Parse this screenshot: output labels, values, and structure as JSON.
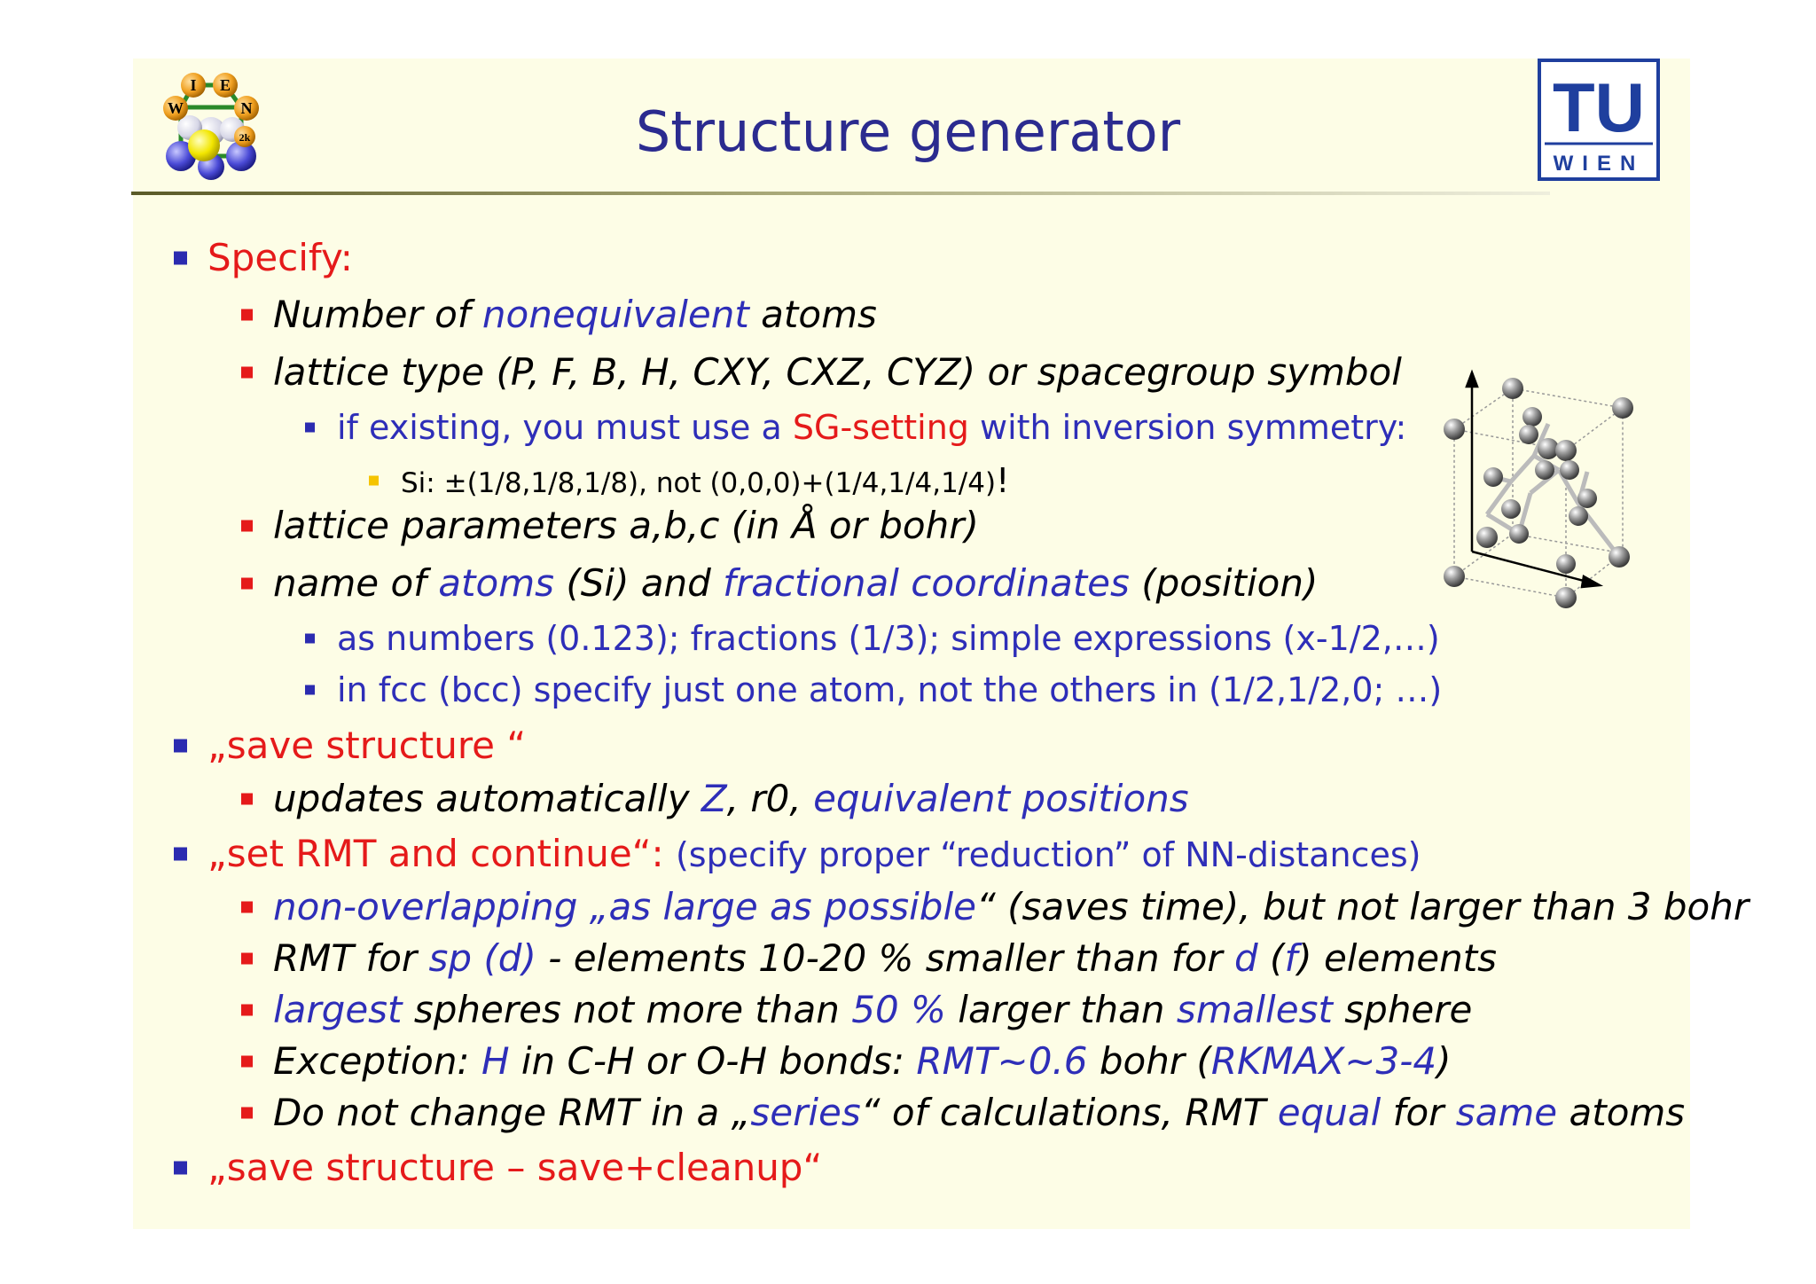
{
  "title": "Structure generator",
  "logos": {
    "wien2k_letters": [
      "W",
      "I",
      "E",
      "N",
      "2k"
    ],
    "tu_wien_main": "TU",
    "tu_wien_sub": "WIEN"
  },
  "colors": {
    "title": "#2b2b8f",
    "red": "#e51a1a",
    "blue": "#2e2eb8",
    "background": "#fdfde6",
    "bullet_l1": "#2b2bb0",
    "bullet_l2": "#e51a1a",
    "bullet_l4": "#f5c400"
  },
  "bullets": {
    "specify": "Specify:",
    "atoms_a": "Number of ",
    "atoms_b": "nonequivalent",
    "atoms_c": " atoms",
    "lattice_type": "lattice type (P, F, B, H, CXY, CXZ, CYZ) or spacegroup symbol",
    "sg_a": "if existing, you must use a ",
    "sg_b": "SG-setting",
    "sg_c": " with inversion symmetry:",
    "si_a": "Si: ±(1/8,1/8,1/8), not (0,0,0)+(1/4,1/4,1/4)",
    "si_b": "!",
    "lattice_params": "lattice parameters a,b,c (in Å or bohr)",
    "name_a": "name of ",
    "name_b": "atoms",
    "name_c": " (Si) and ",
    "name_d": "fractional coordinates",
    "name_e": " (position)",
    "numbers": "as numbers (0.123); fractions (1/3); simple expressions (x-1/2,…)",
    "fcc": "in fcc (bcc) specify just one atom, not the others in (1/2,1/2,0; …)",
    "save1": "„save structure “",
    "upd_a": "updates automatically ",
    "upd_b": "Z",
    "upd_c": ", r0, ",
    "upd_d": "equivalent positions",
    "rmt_a": "„set RMT and continue“: ",
    "rmt_b": "(specify proper “reduction” of NN-distances)",
    "nonov_a": "non-overlapping „as large as possible",
    "nonov_b": "“ (saves time), but not larger than 3 bohr",
    "rmtfor_a": "RMT for ",
    "rmtfor_b": "sp (d)",
    "rmtfor_c": " - elements 10-20 % smaller than for ",
    "rmtfor_d": "d",
    "rmtfor_e": " (",
    "rmtfor_f": "f",
    "rmtfor_g": ") elements",
    "largest_a": "largest",
    "largest_b": " spheres not more than ",
    "largest_c": "50 %",
    "largest_d": " larger than ",
    "largest_e": "smallest",
    "largest_f": " sphere",
    "exc_a": "Exception: ",
    "exc_b": "H",
    "exc_c": " in C-H or O-H bonds: ",
    "exc_d": "RMT~0.6",
    "exc_e": " bohr (",
    "exc_f": "RKMAX~3-4",
    "exc_g": ")",
    "dont_a": "Do not change RMT in a „",
    "dont_b": "series",
    "dont_c": "“ of calculations, RMT ",
    "dont_d": "equal",
    "dont_e": " for ",
    "dont_f": "same",
    "dont_g": " atoms",
    "save2": "„save structure – save+cleanup“"
  }
}
